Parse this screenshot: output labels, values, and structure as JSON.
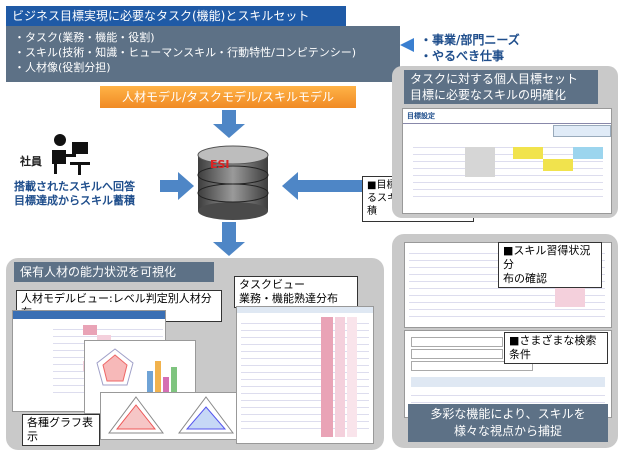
{
  "header": {
    "title": "ビジネス目標実現に必要なタスク(機能)とスキルセット"
  },
  "requirements": [
    "・タスク(業務・機能・役割)",
    "・スキル(技術・知識・ヒューマンスキル・行動特性/コンピテンシー)",
    "・人材像(役割分担)"
  ],
  "needs": [
    "・事業/部門ニーズ",
    "・やるべき仕事"
  ],
  "model_bar": "人材モデル/タスクモデル/スキルモデル",
  "db_label": "ESI",
  "user": {
    "label": "社員",
    "store_text": [
      "搭載されたスキルへ回答",
      "目標達成からスキル蓄積"
    ]
  },
  "callout": "■目標タスクに関連するスキルが自動的に蓄積",
  "goal_box": [
    "タスクに対する個人目標セット",
    "目標に必要なスキルの明確化"
  ],
  "goal_screen": {
    "title": "目標設定"
  },
  "left_panel": {
    "title": "保有人材の能力状況を可視化",
    "model_view": "人材モデルビュー:レベル判定別人材分布",
    "task_view": [
      "タスクビュー",
      "業務・機能熟達分布"
    ],
    "graphs": "各種グラフ表示"
  },
  "right_panel": {
    "skill_status": [
      "■スキル習得状況分",
      "布の確認"
    ],
    "search": "■さまざまな検索条件",
    "multi": [
      "多彩な機能により、スキルを",
      "様々な視点から捕捉"
    ]
  },
  "colors": {
    "header_blue": "#1f5aa6",
    "slate": "#5d7186",
    "orange": "#f08a24",
    "arrow_blue": "#4e86c6"
  }
}
